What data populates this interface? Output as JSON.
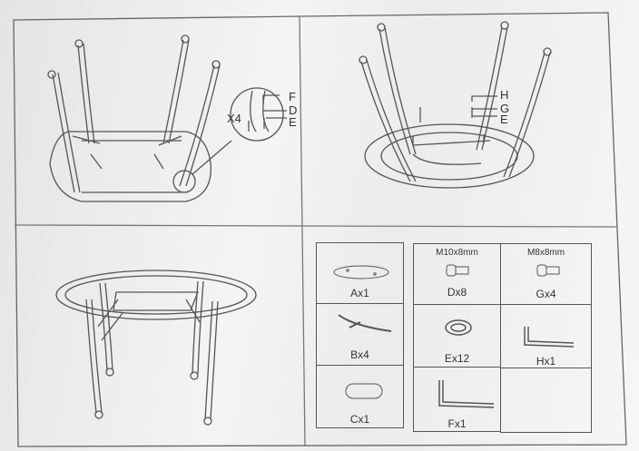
{
  "step1": {
    "multiplier": "X4",
    "callouts": [
      "F",
      "D",
      "E"
    ]
  },
  "step2": {
    "callouts": [
      "H",
      "G",
      "E"
    ]
  },
  "parts": [
    {
      "id": "A",
      "label": "Ax1",
      "spec": "",
      "icon": "glass-top-icon"
    },
    {
      "id": "B",
      "label": "Bx4",
      "spec": "",
      "icon": "leg-icon"
    },
    {
      "id": "C",
      "label": "Cx1",
      "spec": "",
      "icon": "plate-icon"
    },
    {
      "id": "D",
      "label": "Dx8",
      "spec": "M10x8mm",
      "icon": "bolt-icon"
    },
    {
      "id": "E",
      "label": "Ex12",
      "spec": "",
      "icon": "washer-icon"
    },
    {
      "id": "F",
      "label": "Fx1",
      "spec": "",
      "icon": "allen-key-icon"
    },
    {
      "id": "G",
      "label": "Gx4",
      "spec": "M8x8mm",
      "icon": "bolt-icon"
    },
    {
      "id": "H",
      "label": "Hx1",
      "spec": "",
      "icon": "allen-key-icon"
    }
  ]
}
